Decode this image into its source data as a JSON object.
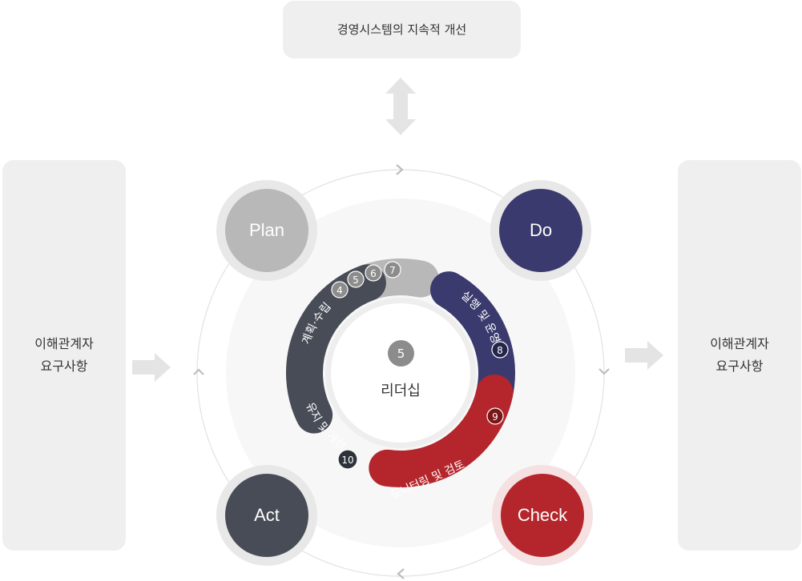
{
  "top_box": {
    "text": "경영시스템의 지속적 개선"
  },
  "left_box": {
    "line1": "이해관계자",
    "line2": "요구사항"
  },
  "right_box": {
    "line1": "이해관계자",
    "line2": "요구사항"
  },
  "nodes": {
    "plan": "Plan",
    "do": "Do",
    "act": "Act",
    "check": "Check"
  },
  "center": {
    "label": "리더십",
    "clause": "5"
  },
  "segments": {
    "planning": {
      "label": "계획·수립",
      "clauses": [
        "4",
        "5",
        "6",
        "7"
      ]
    },
    "operation": {
      "label": "실행 및 운영",
      "clause": "8"
    },
    "monitoring": {
      "label": "모니터링 및 검토",
      "clause": "9"
    },
    "improvement": {
      "label": "유지 및 개선",
      "clause": "10"
    }
  },
  "colors": {
    "plan": "#b8b8b8",
    "do": "#3b3a6e",
    "check": "#b4262b",
    "act": "#474c57",
    "panel": "#efefef",
    "arrow": "#e4e4e4"
  }
}
